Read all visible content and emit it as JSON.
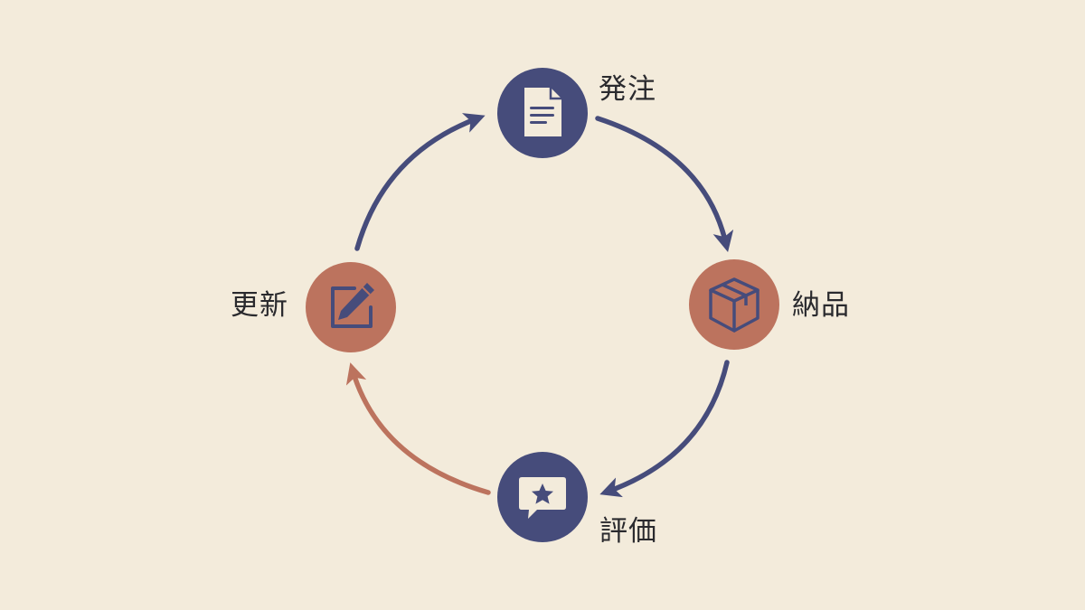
{
  "colors": {
    "background": "#f3ebdb",
    "navy": "#464c7b",
    "terracotta": "#bc735e",
    "icon_light": "#f3ebdb",
    "text": "#2a2a2e"
  },
  "steps": [
    {
      "id": "order",
      "label": "発注",
      "icon": "document-icon",
      "color": "navy"
    },
    {
      "id": "deliver",
      "label": "納品",
      "icon": "box-icon",
      "color": "terracotta"
    },
    {
      "id": "review",
      "label": "評価",
      "icon": "star-speech-bubble-icon",
      "color": "navy"
    },
    {
      "id": "update",
      "label": "更新",
      "icon": "pencil-edit-icon",
      "color": "terracotta"
    }
  ]
}
